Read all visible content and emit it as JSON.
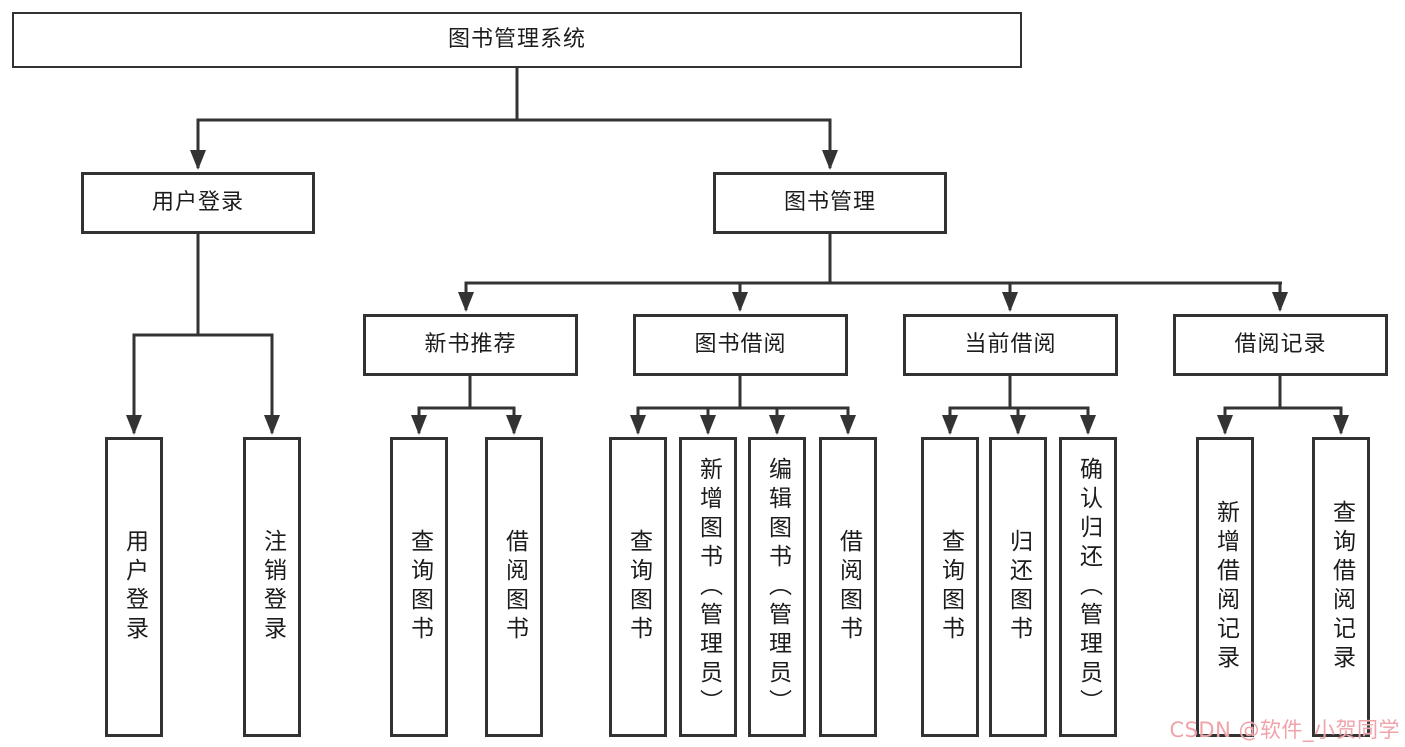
{
  "diagram": {
    "root": {
      "label": "图书管理系统"
    },
    "level2": [
      {
        "id": "user-login",
        "label": "用户登录"
      },
      {
        "id": "book-management",
        "label": "图书管理"
      }
    ],
    "level3": [
      {
        "id": "new-book-recommend",
        "label": "新书推荐",
        "parent": "图书管理"
      },
      {
        "id": "book-borrowing",
        "label": "图书借阅",
        "parent": "图书管理"
      },
      {
        "id": "current-borrowing",
        "label": "当前借阅",
        "parent": "图书管理"
      },
      {
        "id": "borrowing-records",
        "label": "借阅记录",
        "parent": "图书管理"
      }
    ],
    "leaves": [
      {
        "group": "用户登录",
        "label": "用户登录"
      },
      {
        "group": "用户登录",
        "label": "注销登录"
      },
      {
        "group": "新书推荐",
        "label": "查询图书"
      },
      {
        "group": "新书推荐",
        "label": "借阅图书"
      },
      {
        "group": "图书借阅",
        "label": "查询图书"
      },
      {
        "group": "图书借阅",
        "label": "新增图书（管理员）"
      },
      {
        "group": "图书借阅",
        "label": "编辑图书（管理员）"
      },
      {
        "group": "图书借阅",
        "label": "借阅图书"
      },
      {
        "group": "当前借阅",
        "label": "查询图书"
      },
      {
        "group": "当前借阅",
        "label": "归还图书"
      },
      {
        "group": "当前借阅",
        "label": "确认归还（管理员）"
      },
      {
        "group": "借阅记录",
        "label": "新增借阅记录"
      },
      {
        "group": "借阅记录",
        "label": "查询借阅记录"
      }
    ]
  },
  "watermark": {
    "text": "CSDN @软件_小贺同学",
    "color": "#f0a3a9"
  },
  "colors": {
    "line": "#333333",
    "border": "#323232",
    "background": "#ffffff",
    "text": "#1c1c1c"
  }
}
